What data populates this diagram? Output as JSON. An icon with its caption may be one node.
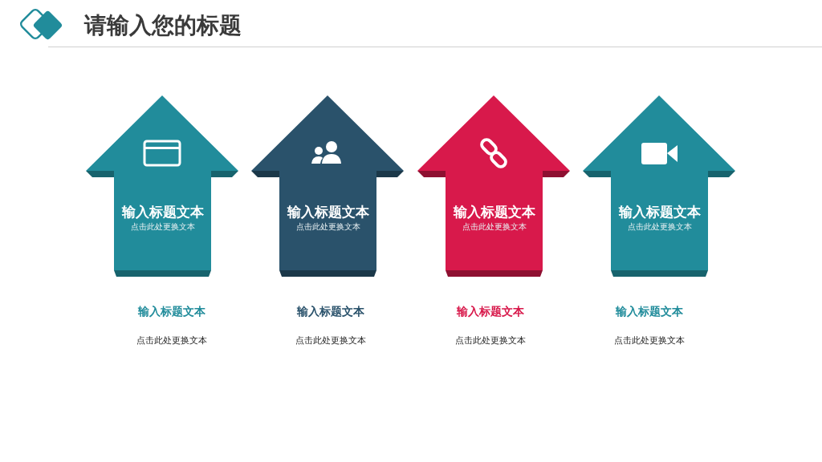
{
  "diagram": {
    "title": "请输入您的标题",
    "nodes": [
      {
        "text": [
          "输入标题文本",
          "点击此处更换文本"
        ]
      },
      {
        "text": [
          "输入标题文本",
          "点击此处更换文本"
        ]
      },
      {
        "text": [
          "输入标题文本",
          "点击此处更换文本"
        ]
      },
      {
        "text": [
          "输入标题文本",
          "点击此处更换文本"
        ]
      }
    ],
    "labels": [
      "输入标题文本",
      "输入标题文本",
      "输入标题文本",
      "输入标题文本",
      "点击此处更换文本",
      "点击此处更换文本",
      "点击此处更换文本",
      "点击此处更换文本"
    ]
  }
}
